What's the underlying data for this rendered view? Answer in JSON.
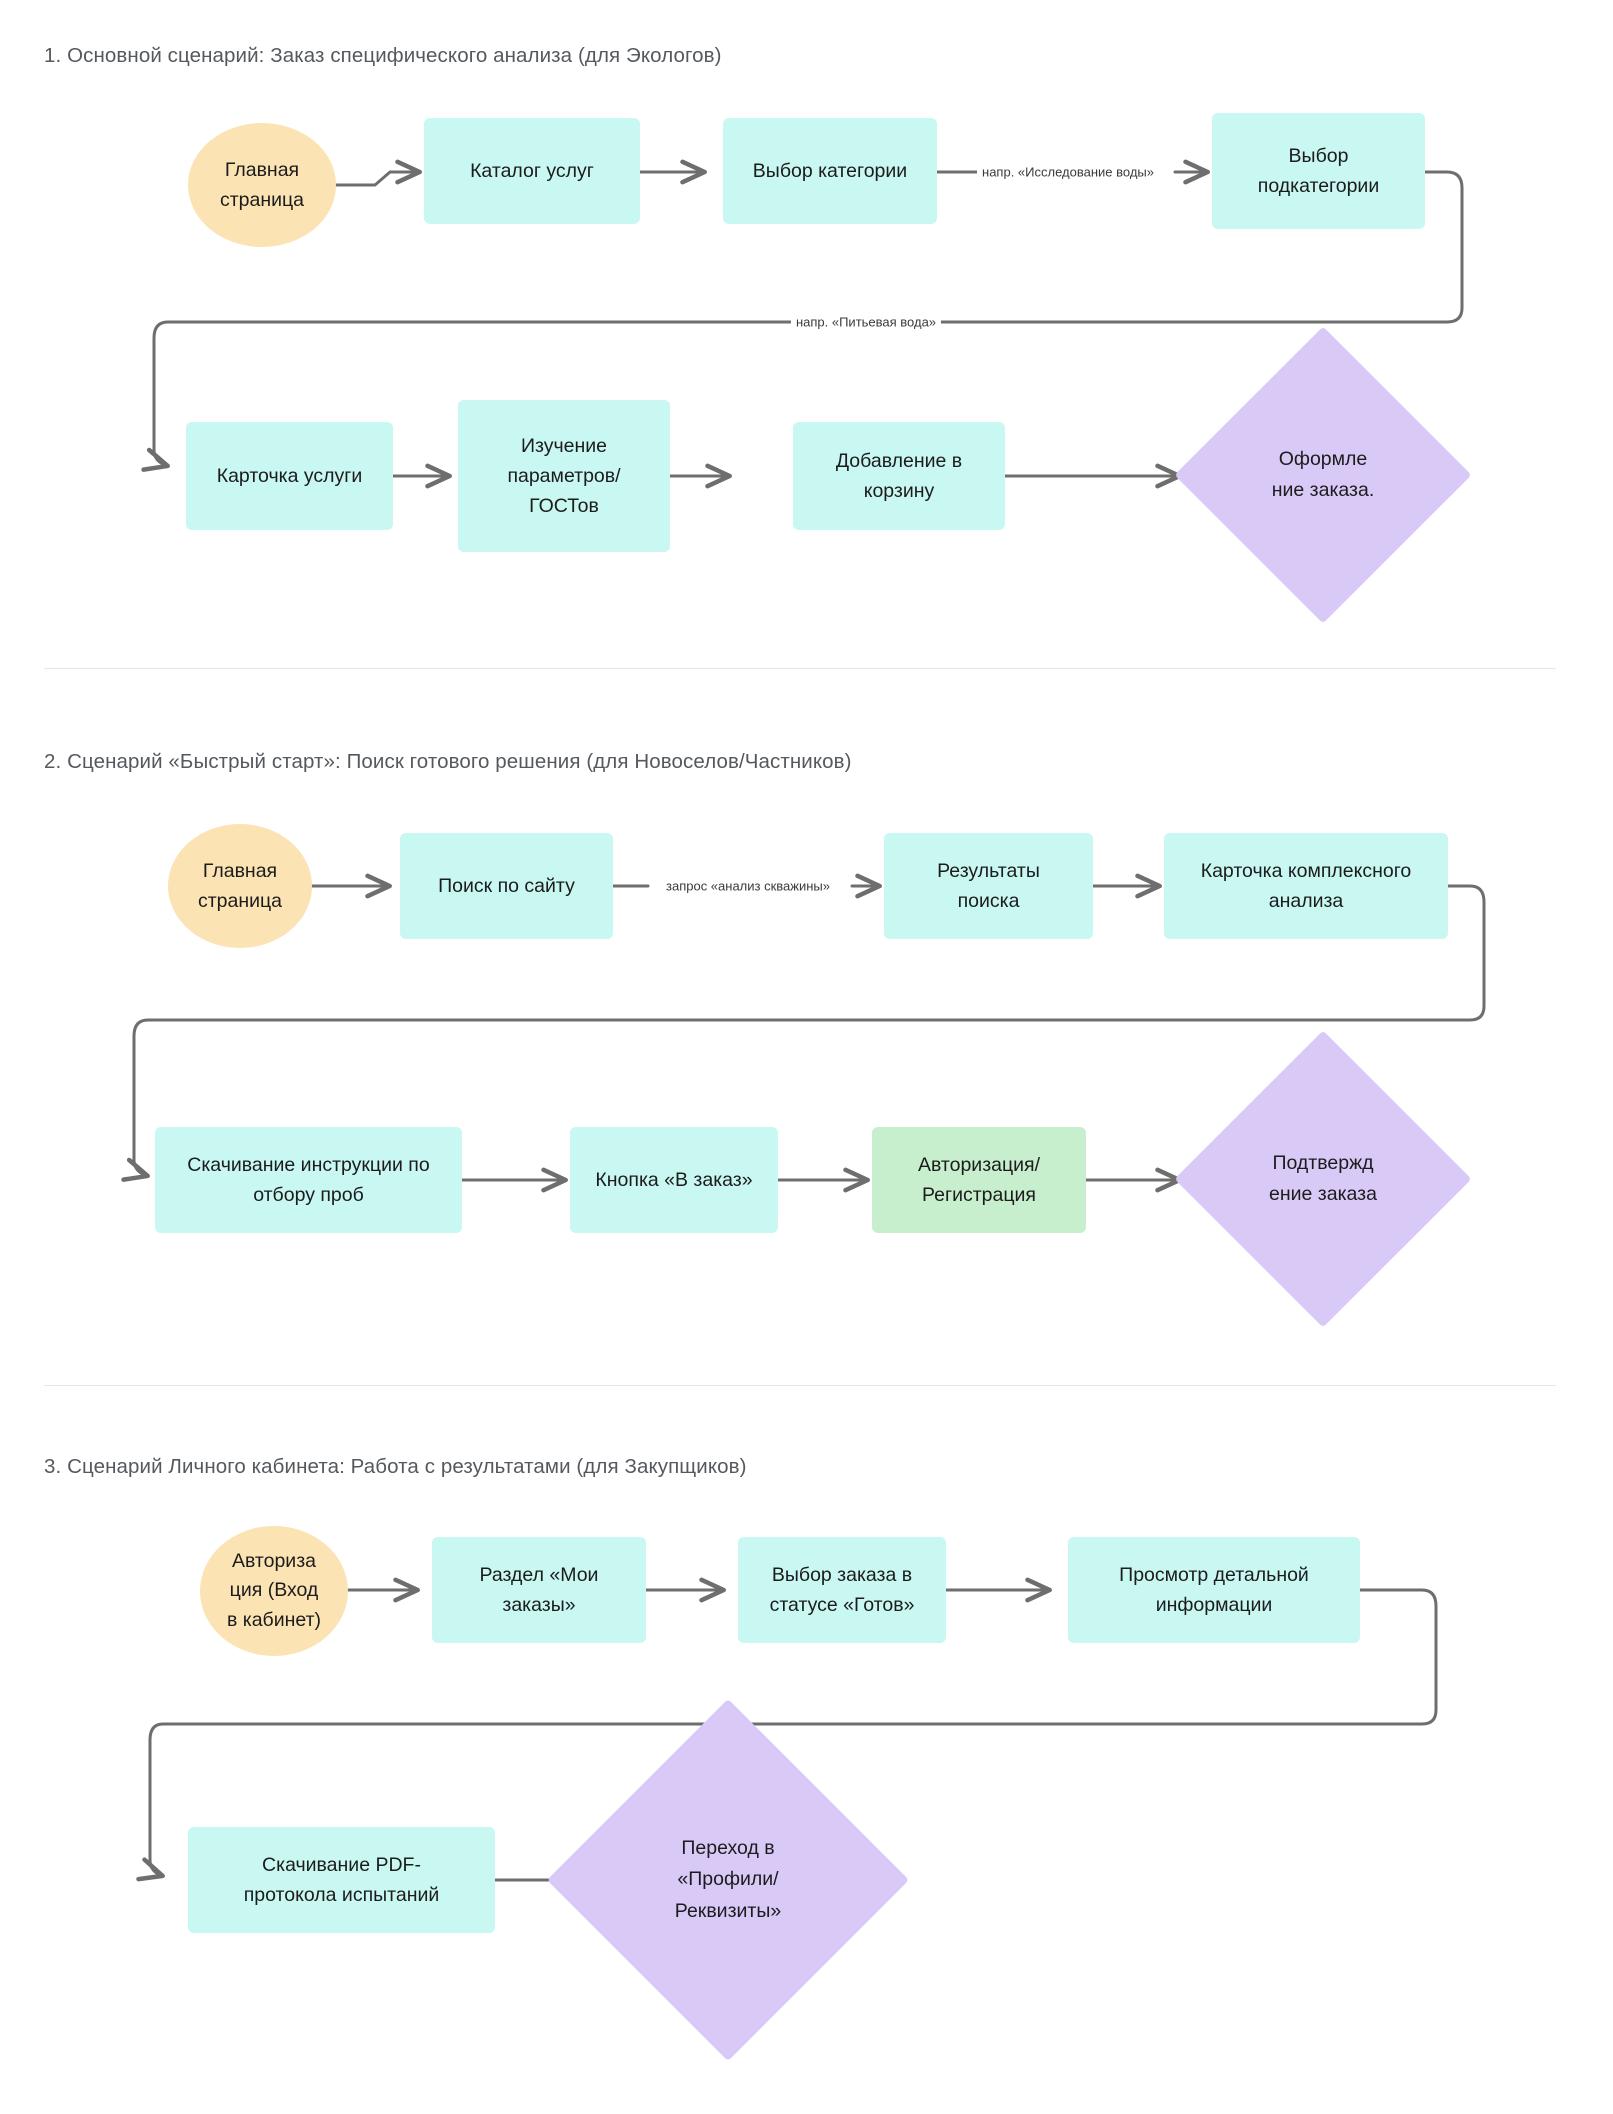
{
  "document": {
    "title": "Сценарии пользовательских путей",
    "background_color": "#ffffff",
    "colors": {
      "process": "#c9f7f2",
      "start": "#fbe3b3",
      "decision": "#d9c9f7",
      "auth": "#c7efcd",
      "edge": "#6e6e6e",
      "title_text": "#55595e",
      "divider": "#e6e6e6"
    }
  },
  "sections": [
    {
      "id": "scenario-1",
      "title": "1. Основной сценарий: Заказ специфического анализа (для Экологов)",
      "nodes": [
        {
          "id": "s1-n1",
          "label": "Главная\nстраница",
          "type": "start"
        },
        {
          "id": "s1-n2",
          "label": "Каталог услуг",
          "type": "process"
        },
        {
          "id": "s1-n3",
          "label": "Выбор категории",
          "type": "process"
        },
        {
          "id": "s1-n4",
          "label": "Выбор\nподкатегории",
          "type": "process"
        },
        {
          "id": "s1-n5",
          "label": "Карточка услуги",
          "type": "process"
        },
        {
          "id": "s1-n6",
          "label": "Изучение\nпараметров/\nГОСТов",
          "type": "process"
        },
        {
          "id": "s1-n7",
          "label": "Добавление в\nкорзину",
          "type": "process"
        },
        {
          "id": "s1-n8",
          "label": "Оформле\nние заказа.",
          "type": "decision"
        }
      ],
      "edge_labels": [
        {
          "id": "s1-e3-4",
          "text": "напр. «Исследование воды»"
        },
        {
          "id": "s1-e4-5",
          "text": "напр. «Питьевая вода»"
        }
      ]
    },
    {
      "id": "scenario-2",
      "title": "2. Сценарий «Быстрый старт»: Поиск готового решения (для Новоселов/Частников)",
      "nodes": [
        {
          "id": "s2-n1",
          "label": "Главная\nстраница",
          "type": "start"
        },
        {
          "id": "s2-n2",
          "label": "Поиск по сайту",
          "type": "process"
        },
        {
          "id": "s2-n3",
          "label": "Результаты\nпоиска",
          "type": "process"
        },
        {
          "id": "s2-n4",
          "label": "Карточка комплексного\nанализа",
          "type": "process"
        },
        {
          "id": "s2-n5",
          "label": "Скачивание инструкции по\nотбору проб",
          "type": "process"
        },
        {
          "id": "s2-n6",
          "label": "Кнопка «В заказ»",
          "type": "process"
        },
        {
          "id": "s2-n7",
          "label": "Авторизация/\nРегистрация",
          "type": "auth"
        },
        {
          "id": "s2-n8",
          "label": "Подтвержд\nение заказа",
          "type": "decision"
        }
      ],
      "edge_labels": [
        {
          "id": "s2-e2-3",
          "text": "запрос «анализ скважины»"
        }
      ]
    },
    {
      "id": "scenario-3",
      "title": "3. Сценарий Личного кабинета: Работа с результатами (для Закупщиков)",
      "nodes": [
        {
          "id": "s3-n1",
          "label": "Авториза\nция (Вход\nв кабинет)",
          "type": "start"
        },
        {
          "id": "s3-n2",
          "label": "Раздел «Мои\nзаказы»",
          "type": "process"
        },
        {
          "id": "s3-n3",
          "label": "Выбор заказа в\nстатусе «Готов»",
          "type": "process"
        },
        {
          "id": "s3-n4",
          "label": "Просмотр детальной\nинформации",
          "type": "process"
        },
        {
          "id": "s3-n5",
          "label": "Скачивание PDF-\nпротокола испытаний",
          "type": "process"
        },
        {
          "id": "s3-n6",
          "label": "Переход в\n«Профили/\nРеквизиты»",
          "type": "decision"
        }
      ],
      "edge_labels": []
    }
  ]
}
